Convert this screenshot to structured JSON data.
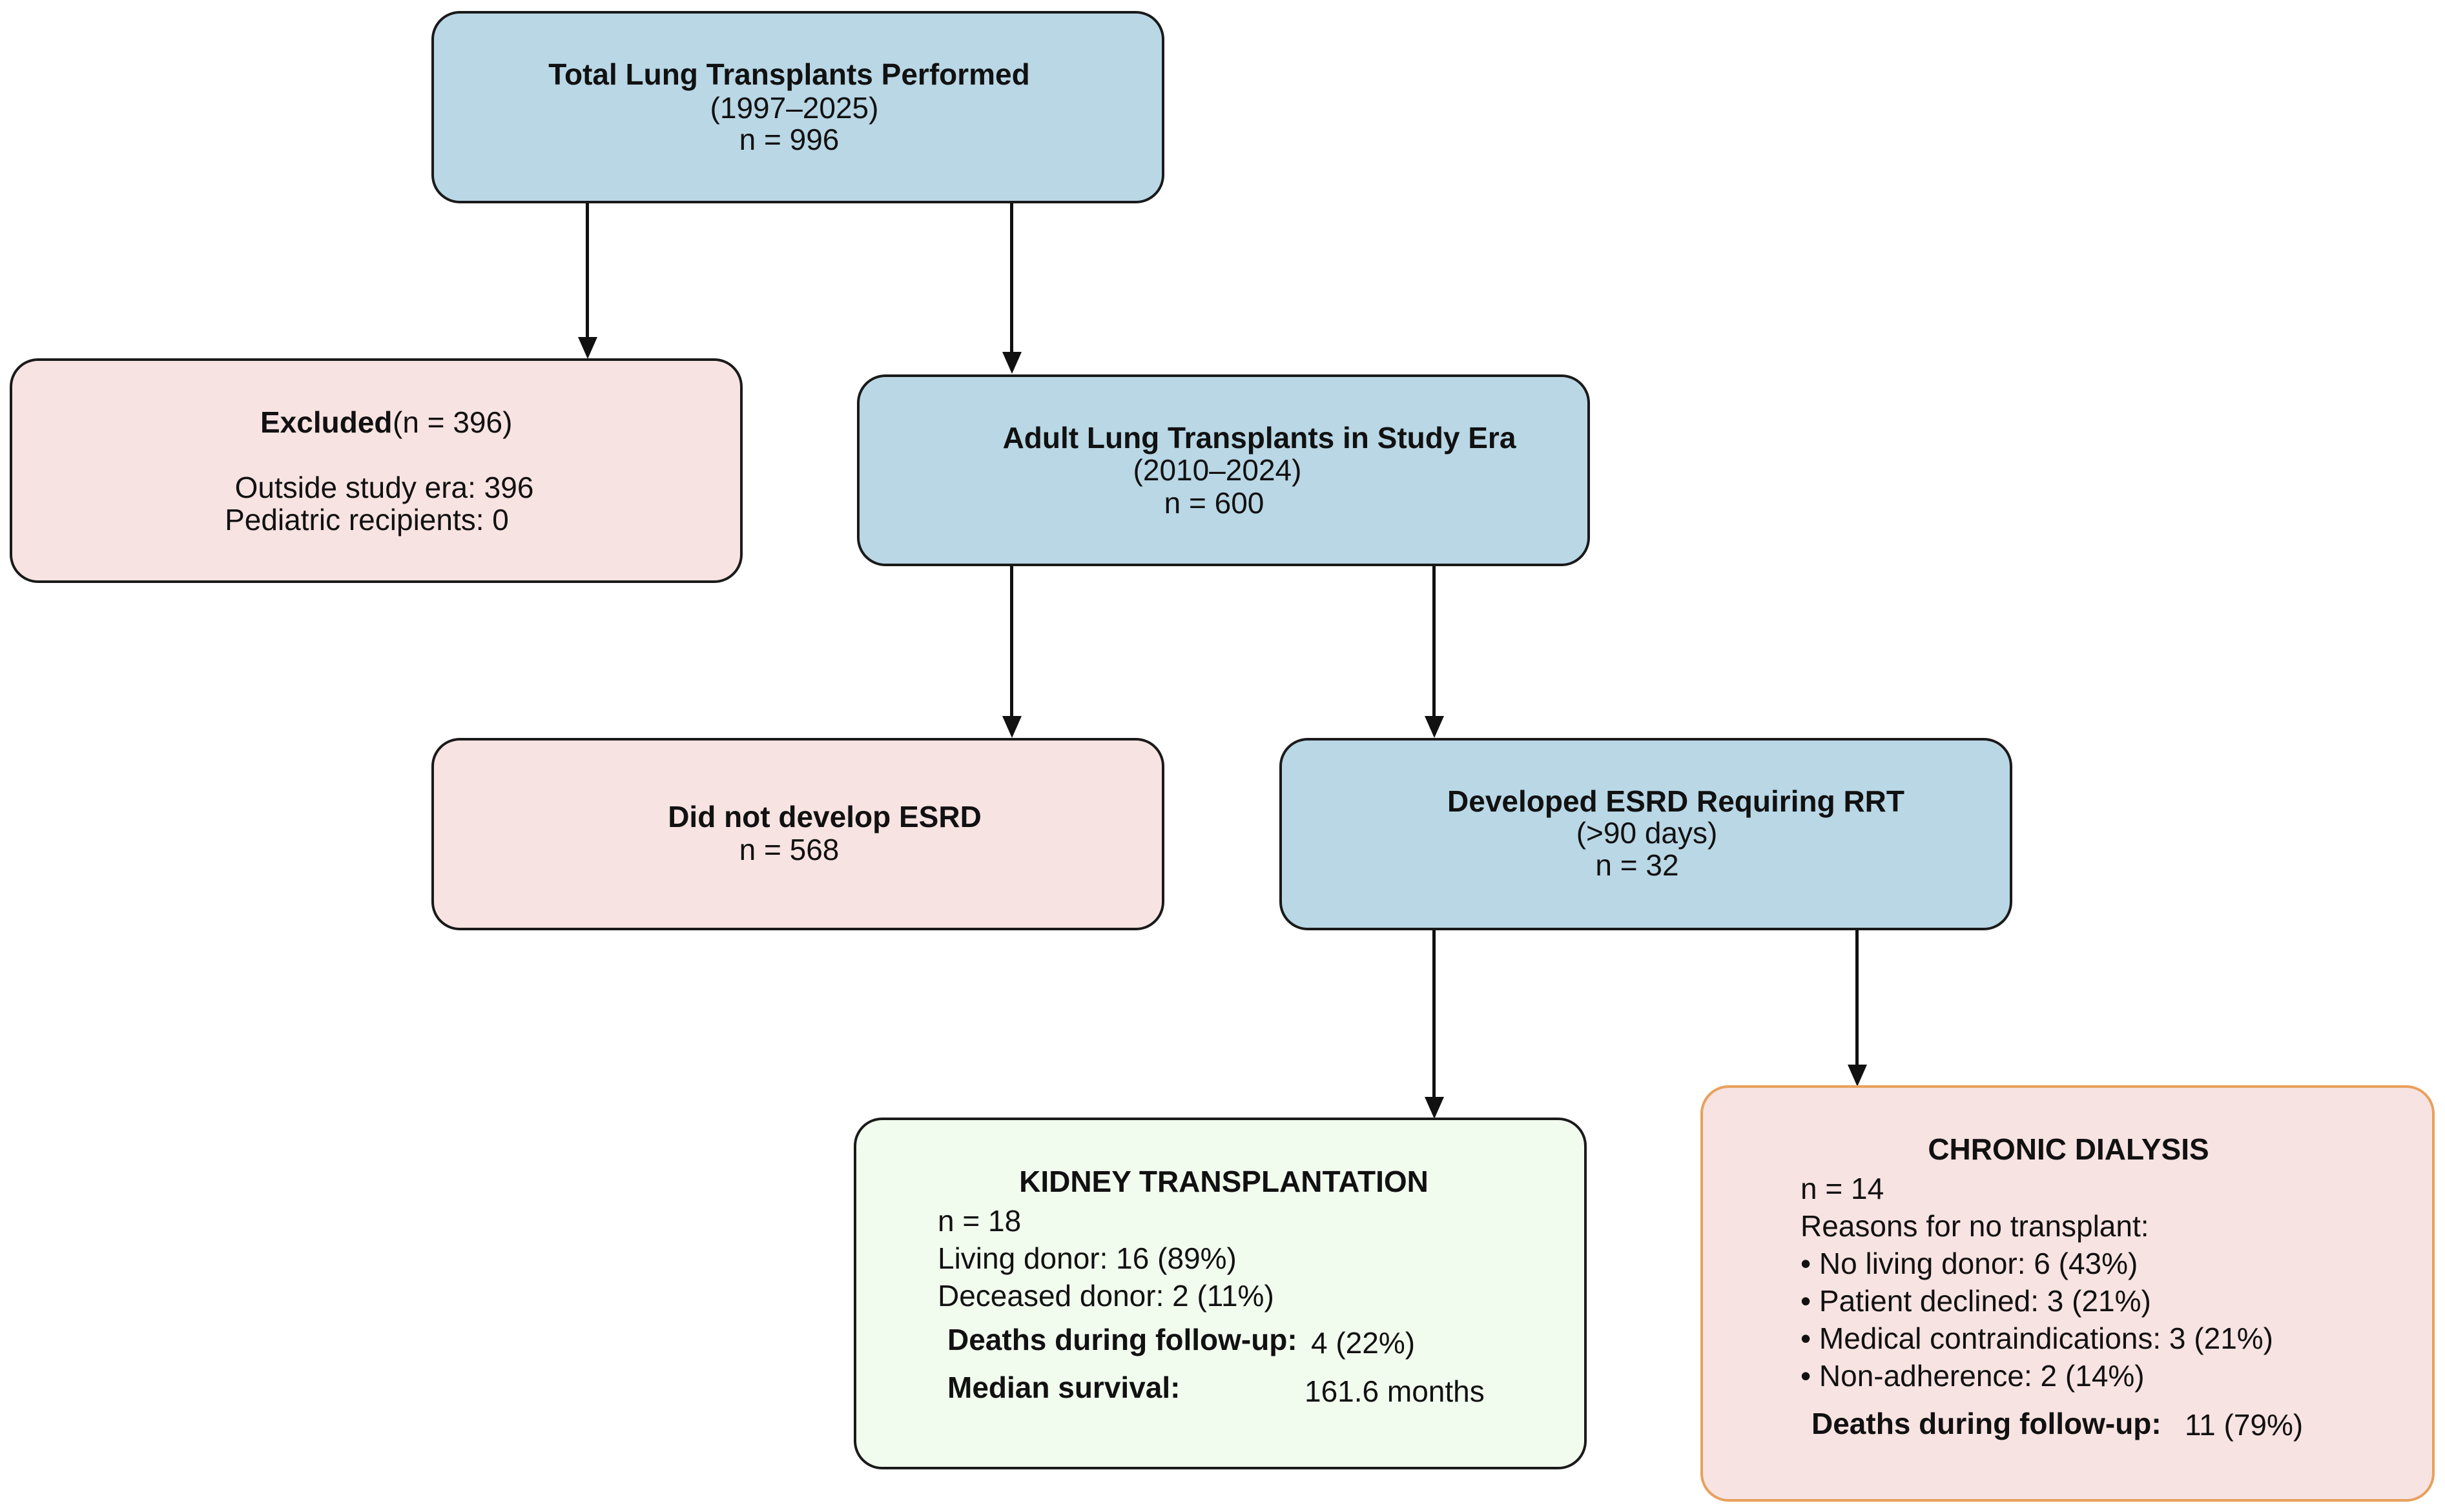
{
  "colors": {
    "blue_fill": "#b9d7e5",
    "pink_fill": "#f7e3e1",
    "green_fill": "#f1fbee",
    "orange_border": "#e8a05c",
    "border": "#1a1a1a"
  },
  "nodes": {
    "total": {
      "title": "Total Lung Transplants Performed",
      "years": "(1997–2025)",
      "n": "n = 996"
    },
    "excluded": {
      "title": "Excluded",
      "n": "(n = 396)",
      "outside": "Outside study era: 396",
      "pediatric": "Pediatric recipients: 0"
    },
    "adult": {
      "title": "Adult Lung Transplants in Study Era",
      "years": "(2010–2024)",
      "n": "n = 600"
    },
    "no_esrd": {
      "title": "Did not develop ESRD",
      "n": "n = 568"
    },
    "esrd": {
      "title": "Developed ESRD Requiring RRT",
      "subtitle": "(>90 days)",
      "n": "n = 32"
    },
    "kidney": {
      "title": "KIDNEY TRANSPLANTATION",
      "n": "n = 18",
      "living": "Living donor: 16 (89%)",
      "deceased": "Deceased donor: 2 (11%)",
      "deaths_label": "Deaths during follow-up:",
      "deaths_value": "4 (22%)",
      "survival_label": "Median survival:",
      "survival_value": "161.6 months"
    },
    "dialysis": {
      "title": "CHRONIC DIALYSIS",
      "n": "n = 14",
      "reasons_header": "Reasons for no transplant:",
      "reasons": [
        "• No living donor: 6 (43%)",
        "• Patient declined: 3 (21%)",
        "• Medical contraindications: 3 (21%)",
        "• Non-adherence: 2 (14%)"
      ],
      "deaths_label": "Deaths during follow-up:",
      "deaths_value": "11 (79%)"
    }
  }
}
